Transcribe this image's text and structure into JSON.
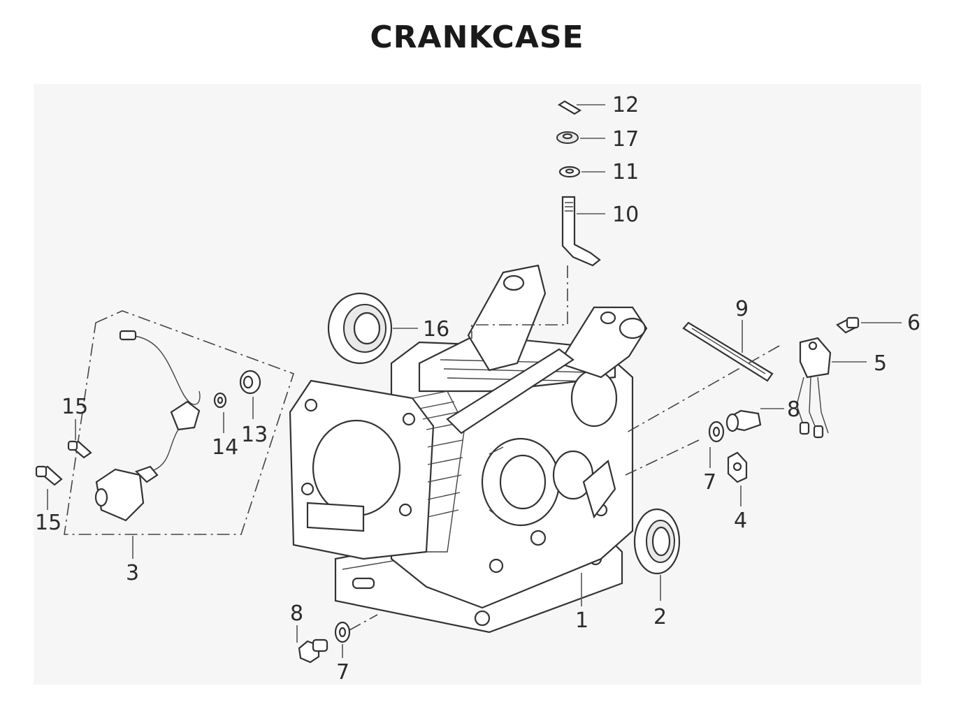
{
  "title": "CRANKCASE",
  "callouts": {
    "c1": "1",
    "c2": "2",
    "c3": "3",
    "c4": "4",
    "c5": "5",
    "c6": "6",
    "c7a": "7",
    "c7b": "7",
    "c8a": "8",
    "c8b": "8",
    "c9": "9",
    "c10": "10",
    "c11": "11",
    "c12": "12",
    "c13": "13",
    "c14": "14",
    "c15a": "15",
    "c15b": "15",
    "c16": "16",
    "c17": "17"
  }
}
